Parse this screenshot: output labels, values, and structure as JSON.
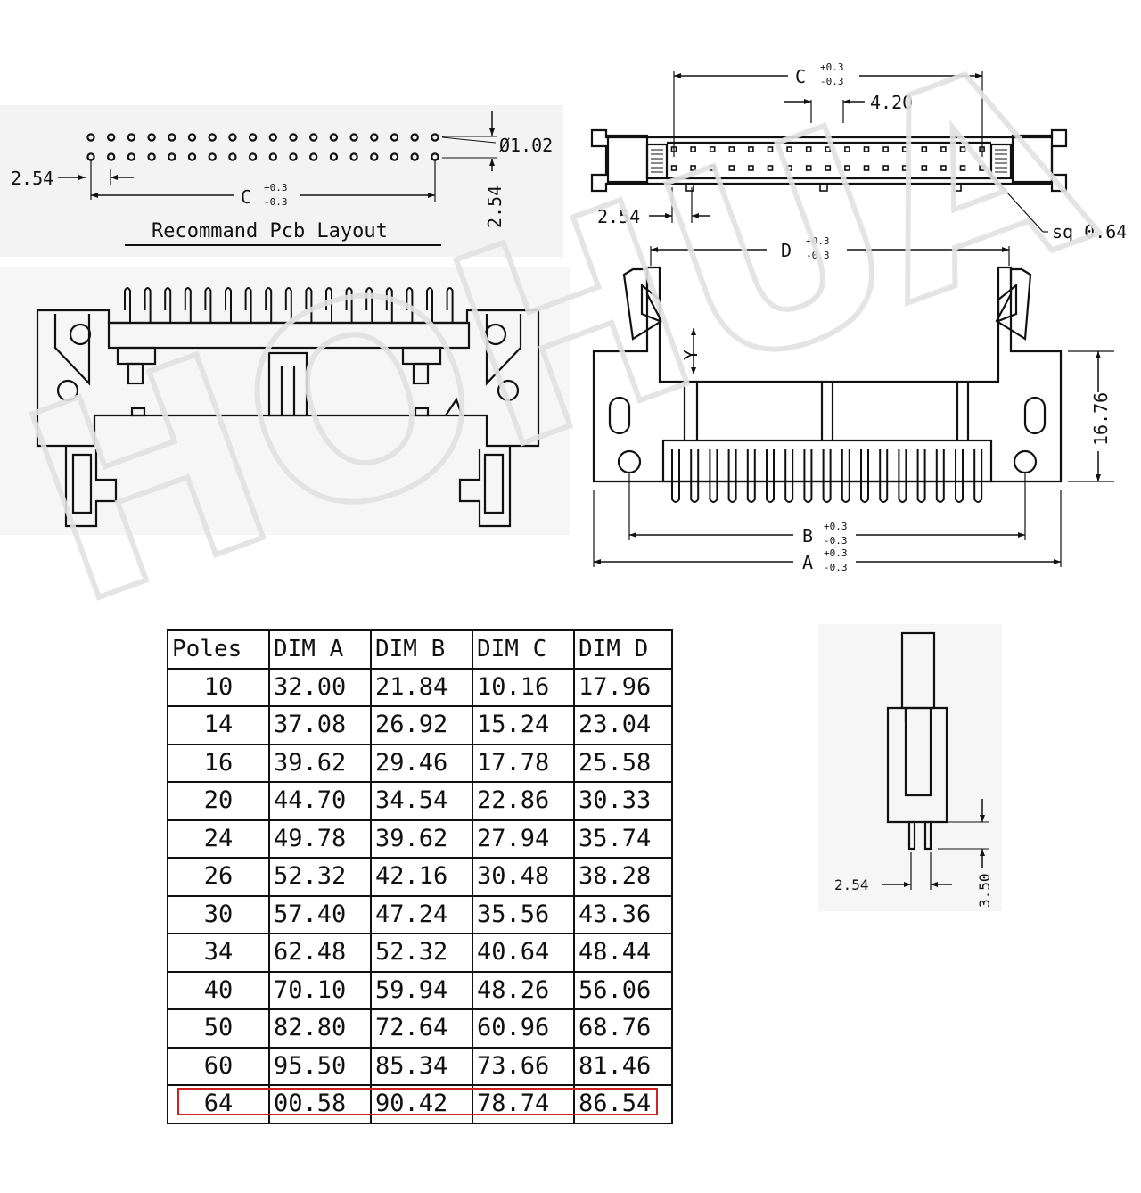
{
  "pcb_layout": {
    "title": "Recommand Pcb Layout",
    "pitch_h": "2.54",
    "pitch_v": "2.54",
    "hole_dia": "Ø1.02",
    "dim_c": "C",
    "tol_plus": "+0.3",
    "tol_minus": "-0.3"
  },
  "top_view": {
    "dim_c": "C",
    "tol_plus": "+0.3",
    "tol_minus": "-0.3",
    "offset": "4.20",
    "pitch": "2.54",
    "pin": "sq 0.64"
  },
  "front_view": {
    "dim_d": "D",
    "dim_b": "B",
    "dim_a": "A",
    "dim_y": "Y",
    "height": "16.76",
    "tol_plus": "+0.3",
    "tol_minus": "-0.3"
  },
  "side_view": {
    "pitch": "2.54",
    "pin_len": "3.50"
  },
  "watermark": "HOHUA",
  "table": {
    "headers": [
      "Poles",
      "DIM A",
      "DIM B",
      "DIM C",
      "DIM D"
    ],
    "rows": [
      [
        "10",
        "32.00",
        "21.84",
        "10.16",
        "17.96"
      ],
      [
        "14",
        "37.08",
        "26.92",
        "15.24",
        "23.04"
      ],
      [
        "16",
        "39.62",
        "29.46",
        "17.78",
        "25.58"
      ],
      [
        "20",
        "44.70",
        "34.54",
        "22.86",
        "30.33"
      ],
      [
        "24",
        "49.78",
        "39.62",
        "27.94",
        "35.74"
      ],
      [
        "26",
        "52.32",
        "42.16",
        "30.48",
        "38.28"
      ],
      [
        "30",
        "57.40",
        "47.24",
        "35.56",
        "43.36"
      ],
      [
        "34",
        "62.48",
        "52.32",
        "40.64",
        "48.44"
      ],
      [
        "40",
        "70.10",
        "59.94",
        "48.26",
        "56.06"
      ],
      [
        "50",
        "82.80",
        "72.64",
        "60.96",
        "68.76"
      ],
      [
        "60",
        "95.50",
        "85.34",
        "73.66",
        "81.46"
      ],
      [
        "64",
        "00.58",
        "90.42",
        "78.74",
        "86.54"
      ]
    ],
    "highlight_color": "#d02020"
  }
}
